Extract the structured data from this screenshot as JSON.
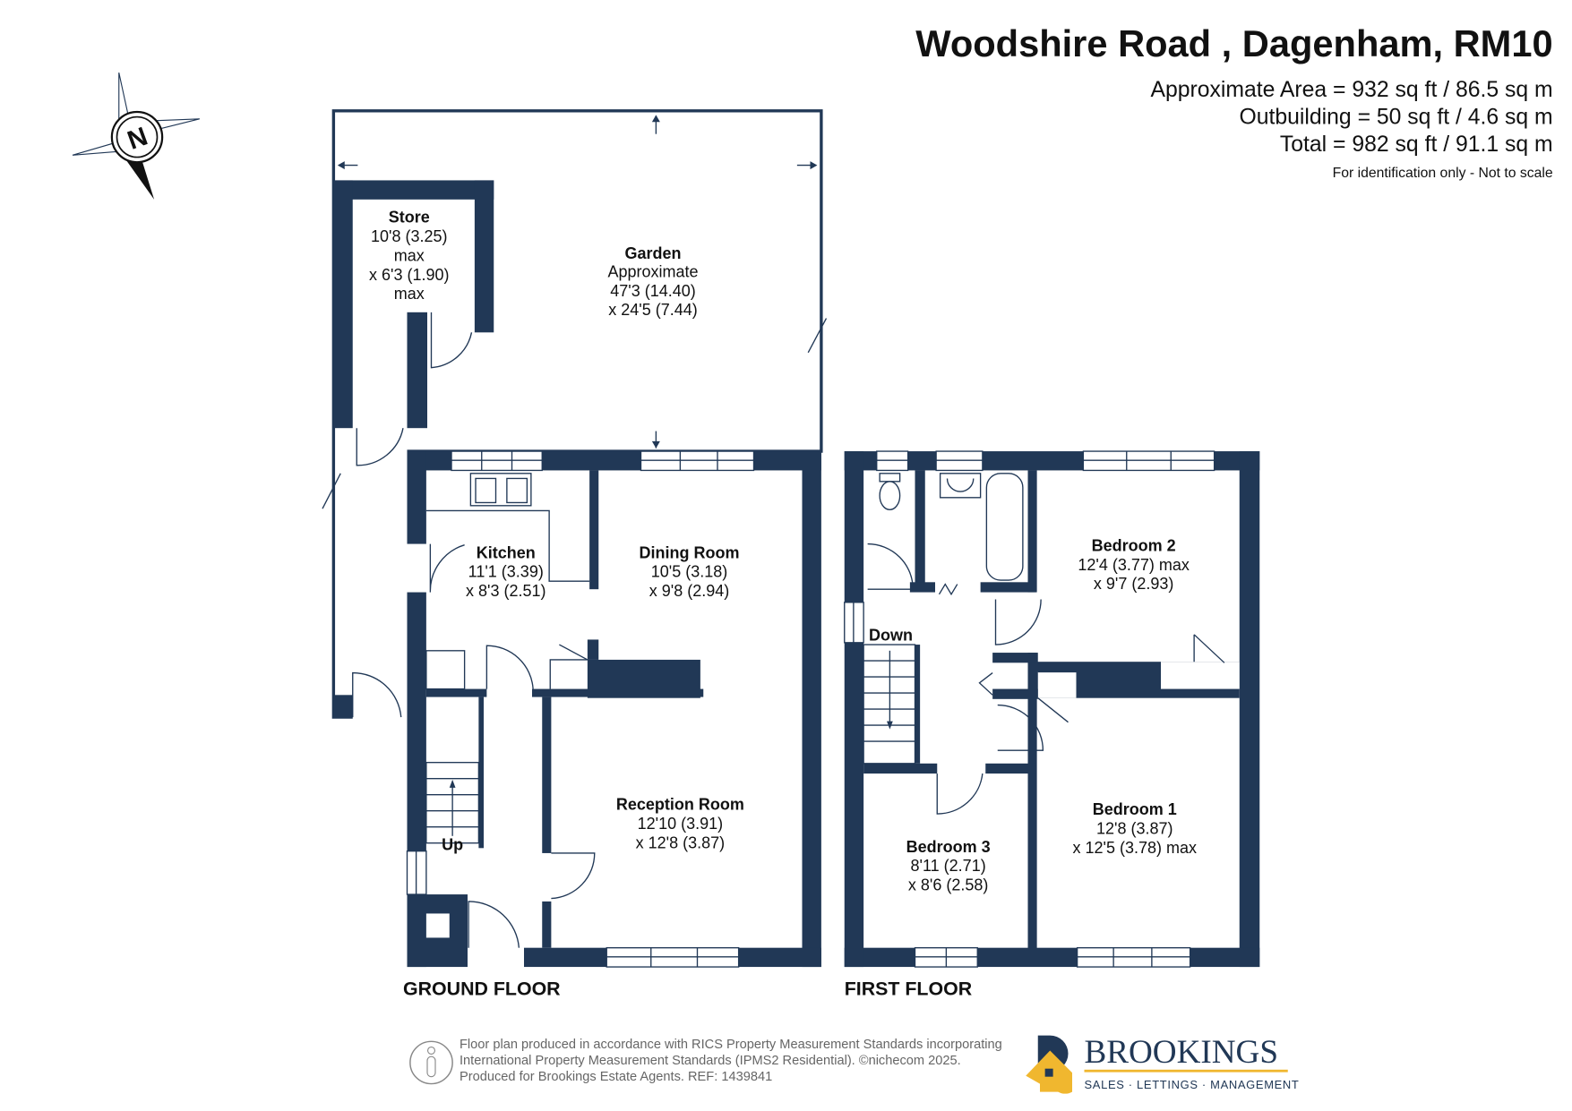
{
  "header": {
    "title": "Woodshire Road , Dagenham, RM10",
    "approx_area": "Approximate Area = 932 sq ft / 86.5 sq m",
    "outbuilding": "Outbuilding = 50 sq ft / 4.6 sq m",
    "total": "Total = 982 sq ft / 91.1 sq m",
    "disclaimer": "For identification only - Not to scale"
  },
  "compass": {
    "label": "N"
  },
  "rooms": {
    "store": {
      "name": "Store",
      "l1": "10'8 (3.25)",
      "l2": "max",
      "l3": "x 6'3 (1.90)",
      "l4": "max"
    },
    "garden": {
      "name": "Garden",
      "l1": "Approximate",
      "l2": "47'3 (14.40)",
      "l3": "x 24'5 (7.44)"
    },
    "kitchen": {
      "name": "Kitchen",
      "l1": "11'1 (3.39)",
      "l2": "x 8'3 (2.51)"
    },
    "dining": {
      "name": "Dining Room",
      "l1": "10'5 (3.18)",
      "l2": "x 9'8 (2.94)"
    },
    "reception": {
      "name": "Reception Room",
      "l1": "12'10 (3.91)",
      "l2": "x 12'8 (3.87)"
    },
    "bedroom2": {
      "name": "Bedroom 2",
      "l1": "12'4 (3.77) max",
      "l2": "x 9'7 (2.93)"
    },
    "bedroom1": {
      "name": "Bedroom 1",
      "l1": "12'8 (3.87)",
      "l2": "x 12'5 (3.78) max"
    },
    "bedroom3": {
      "name": "Bedroom 3",
      "l1": "8'11 (2.71)",
      "l2": "x 8'6 (2.58)"
    }
  },
  "stairs": {
    "up": "Up",
    "down": "Down"
  },
  "floors": {
    "ground": "GROUND FLOOR",
    "first": "FIRST FLOOR"
  },
  "footer": {
    "line1": "Floor plan produced in accordance with RICS Property Measurement Standards incorporating",
    "line2": "International Property Measurement Standards (IPMS2 Residential).  ©nichecom 2025.",
    "line3": "Produced for Brookings Estate Agents.   REF: 1439841"
  },
  "brand": {
    "name": "BROOKINGS",
    "tagline": "SALES · LETTINGS · MANAGEMENT",
    "navy": "#213856",
    "gold": "#f0b72f"
  }
}
